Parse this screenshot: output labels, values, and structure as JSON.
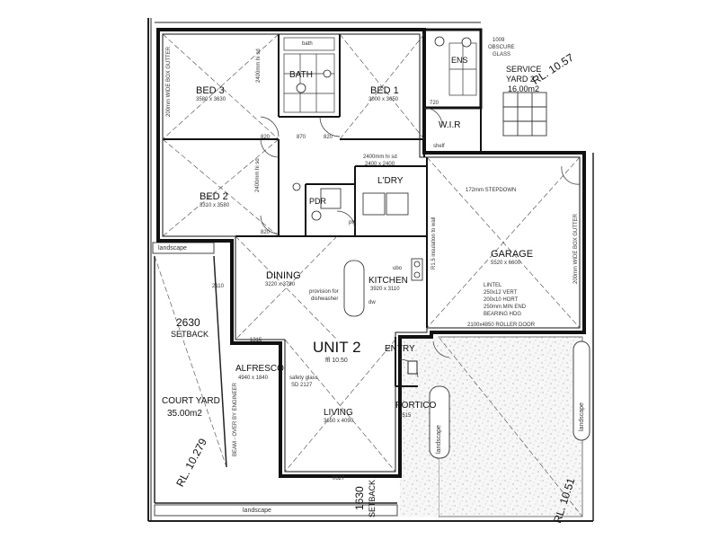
{
  "rooms": {
    "bed3": {
      "name": "BED 3",
      "dim": "3580 x 3630"
    },
    "bed1": {
      "name": "BED 1",
      "dim": "3000 x 3650"
    },
    "bed2": {
      "name": "BED 2",
      "dim": "3310 x 3580"
    },
    "bath": {
      "name": "BATH",
      "fixture": "bath"
    },
    "ens": {
      "name": "ENS"
    },
    "wir": {
      "name": "W.I.R"
    },
    "ldry": {
      "name": "L'DRY"
    },
    "pdr": {
      "name": "PDR"
    },
    "dining": {
      "name": "DINING",
      "dim": "3220 x 3790"
    },
    "kitchen": {
      "name": "KITCHEN",
      "dim": "3920 x 3110"
    },
    "garage": {
      "name": "GARAGE",
      "dim": "5520 x 6600"
    },
    "alfresco": {
      "name": "ALFRESCO",
      "dim": "4940 x 1840"
    },
    "living": {
      "name": "LIVING",
      "dim": "3650 x 4090"
    },
    "entry": {
      "name": "ENTRY"
    },
    "portico": {
      "name": "PORTICO",
      "dim": "1515"
    },
    "courtyard": {
      "name": "COURT YARD",
      "area": "35.00m2"
    },
    "service_yard": {
      "name": "SERVICE",
      "name2": "YARD 2",
      "area": "16.00m2"
    }
  },
  "unit": {
    "title": "UNIT 2",
    "ffl": "ffl 10.50"
  },
  "levels": {
    "rl_top": "RL. 10.57",
    "rl_left": "RL. 10.279",
    "rl_right": "RL. 10.51"
  },
  "setbacks": {
    "side": "2630",
    "side_label": "SETBACK",
    "front": "1630",
    "front_label": "SETBACK"
  },
  "notes": {
    "gutter_left": "200mm WIDE BOX GUTTER",
    "gutter_right": "200mm WIDE BOX GUTTER",
    "hi_sd1": "2400mm hi sd",
    "hi_sd2": "2400mm hi sd",
    "hi_sd3": "2400mm hi sd",
    "obscure": "1009",
    "obscure2": "OBSCURE",
    "obscure3": "GLASS",
    "stepdown": "172mm STEPDOWN",
    "insulation": "R1.5 insulation to wall",
    "roller_door": "2100x4850 ROLLER DOOR",
    "lintel": "LINTEL",
    "lintel1": "250x12 VERT",
    "lintel2": "200x10 HORT",
    "lintel3": "250mm MIN END",
    "lintel4": "BEARING HDG",
    "safety_glass": "safety glass",
    "safety_glass2": "SD 2127",
    "beam": "BEAM - OVER BY ENGINEER",
    "dishwasher": "provision for",
    "dishwasher2": "dishwasher",
    "shelf": "shelf",
    "pty": "pty",
    "ubo": "ubo",
    "dw": "dw"
  },
  "landscape": [
    "landscape",
    "landscape",
    "landscape",
    "landscape"
  ],
  "dims": {
    "d720": "720",
    "d820a": "820",
    "d820b": "820",
    "d820c": "820",
    "d870": "870",
    "d1315": "1315",
    "d0627": "0627",
    "d2110": "2110",
    "d2400": "2400 x 2400"
  }
}
